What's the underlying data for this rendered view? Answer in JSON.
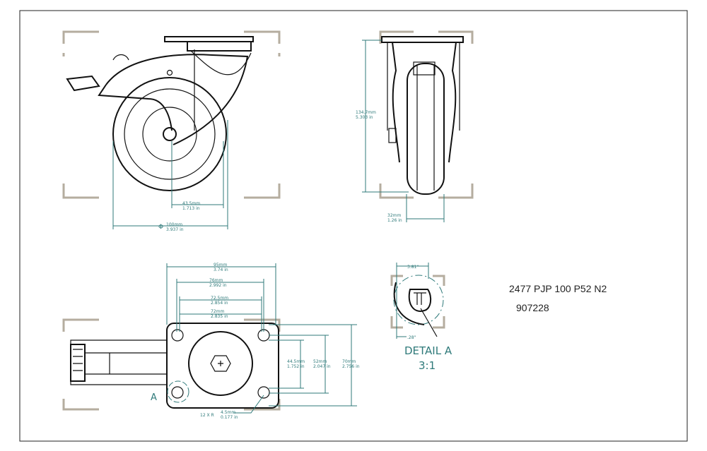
{
  "drawing": {
    "part_number": "2477 PJP 100 P52 N2",
    "article_number": "907228",
    "detail_title": "DETAIL A",
    "detail_scale": "3:1",
    "detail_callout": "A",
    "side_view": {
      "offset_mm": "43.5mm",
      "offset_in": "1.713 in",
      "diameter_symbol": "Φ",
      "diameter_mm": "100mm",
      "diameter_in": "3.937 in"
    },
    "front_view": {
      "height_mm": "134.7mm",
      "height_in": "5.303 in",
      "width_mm": "32mm",
      "width_in": "1.26 in"
    },
    "top_view": {
      "plate_width_mm": "95mm",
      "plate_width_in": "3.74 in",
      "hole_span1_mm": "76mm",
      "hole_span1_in": "2.992 in",
      "hole_span2_mm": "72.5mm",
      "hole_span2_in": "2.854 in",
      "hole_span3_mm": "72mm",
      "hole_span3_in": "2.835 in",
      "v_span1_mm": "44.5mm",
      "v_span1_in": "1.752 in",
      "v_span2_mm": "52mm",
      "v_span2_in": "2.047 in",
      "plate_depth_mm": "70mm",
      "plate_depth_in": "2.756 in",
      "hole_radius_label": "12 X R",
      "hole_radius_mm": "4.5mm",
      "hole_radius_in": "0.177 in"
    },
    "detail_dims": {
      "top": "3.81\"",
      "bottom": ".28\""
    }
  }
}
